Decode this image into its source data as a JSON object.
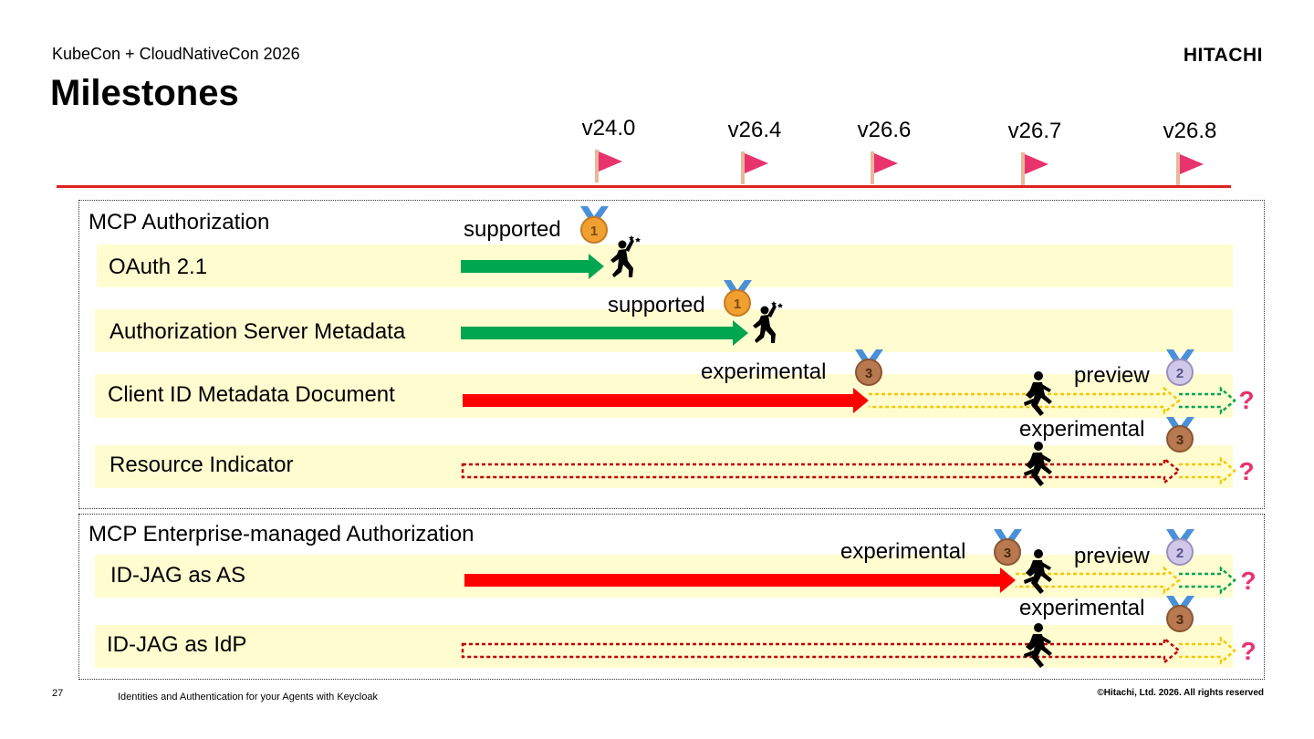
{
  "header": {
    "conference": "KubeCon + CloudNativeCon 2026",
    "title": "Milestones",
    "logo": "HITACHI"
  },
  "versions": [
    "v24.0",
    "v26.4",
    "v26.6",
    "v26.7",
    "v26.8"
  ],
  "groups": [
    {
      "title": "MCP Authorization",
      "rows": [
        {
          "label": "OAuth 2.1",
          "status": "supported",
          "medal": "1"
        },
        {
          "label": "Authorization Server Metadata",
          "status": "supported",
          "medal": "1"
        },
        {
          "label": "Client ID Metadata Document",
          "status": "experimental",
          "medal": "3",
          "next_status": "preview",
          "next_medal": "2"
        },
        {
          "label": "Resource Indicator",
          "status": "experimental",
          "medal": "3"
        }
      ]
    },
    {
      "title": "MCP Enterprise-managed Authorization",
      "rows": [
        {
          "label": "ID-JAG as AS",
          "status": "experimental",
          "medal": "3",
          "next_status": "preview",
          "next_medal": "2"
        },
        {
          "label": "ID-JAG as IdP",
          "status": "experimental",
          "medal": "3"
        }
      ]
    }
  ],
  "future_marker": "?",
  "colors": {
    "supported": "#00a650",
    "experimental": "#ff0000",
    "preview": "#f5c800",
    "timeline": "#e02020",
    "band": "#fffcd0"
  },
  "icons": [
    "flag-icon",
    "medal-icon",
    "runner-icon",
    "celebrate-icon",
    "question-icon"
  ],
  "footer": {
    "page": "27",
    "talk": "Identities and Authentication for your Agents with Keycloak",
    "copyright": "©Hitachi, Ltd. 2026. All rights reserved"
  }
}
